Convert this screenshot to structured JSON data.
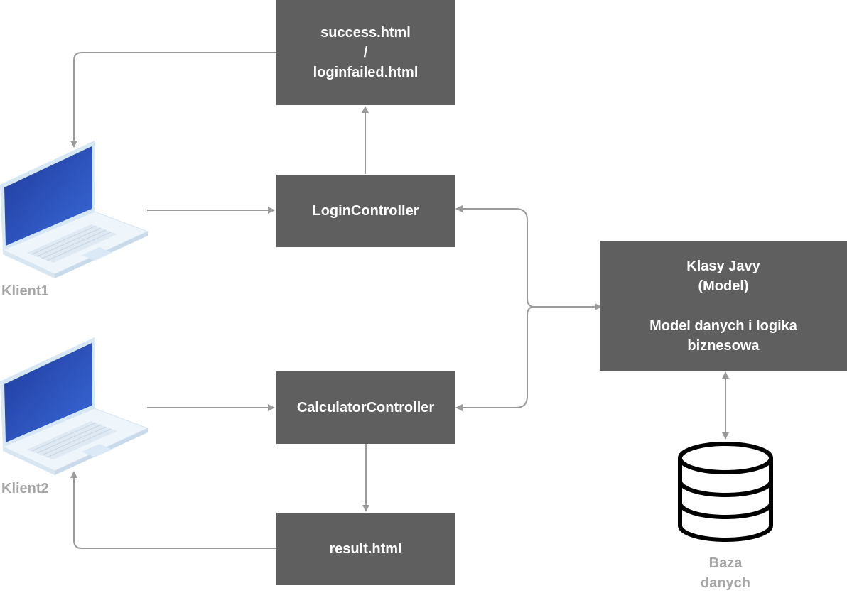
{
  "colors": {
    "box": "#5f5f5f",
    "box_text": "#ffffff",
    "arrow": "#9a9a9a",
    "label": "#a6a6a6",
    "screen": "#2a4fb8",
    "laptop_body": "#eef5fb"
  },
  "boxes": {
    "views_top": {
      "line1": "success.html",
      "line2": "/",
      "line3": "loginfailed.html"
    },
    "login_controller": {
      "label": "LoginController"
    },
    "calculator_controller": {
      "label": "CalculatorController"
    },
    "result": {
      "label": "result.html"
    },
    "model": {
      "line1": "Klasy Javy",
      "line2": "(Model)",
      "line3": "Model danych i logika",
      "line4": "biznesowa"
    }
  },
  "clients": [
    {
      "label": "Klient1",
      "icon": "laptop-icon"
    },
    {
      "label": "Klient2",
      "icon": "laptop-icon"
    }
  ],
  "database": {
    "line1": "Baza",
    "line2": "danych",
    "icon": "database-icon"
  }
}
